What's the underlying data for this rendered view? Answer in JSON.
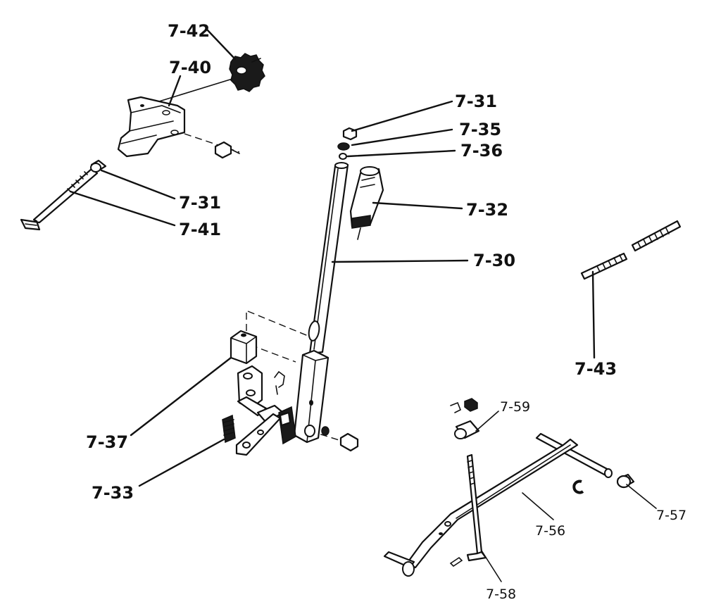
{
  "labels": {
    "p7_42": "7-42",
    "p7_40": "7-40",
    "p7_31_top": "7-31",
    "p7_35": "7-35",
    "p7_36": "7-36",
    "p7_31_left": "7-31",
    "p7_41": "7-41",
    "p7_32": "7-32",
    "p7_30": "7-30",
    "p7_43": "7-43",
    "p7_37": "7-37",
    "p7_33": "7-33",
    "p7_59": "7-59",
    "p7_57": "7-57",
    "p7_56": "7-56",
    "p7_58": "7-58"
  }
}
